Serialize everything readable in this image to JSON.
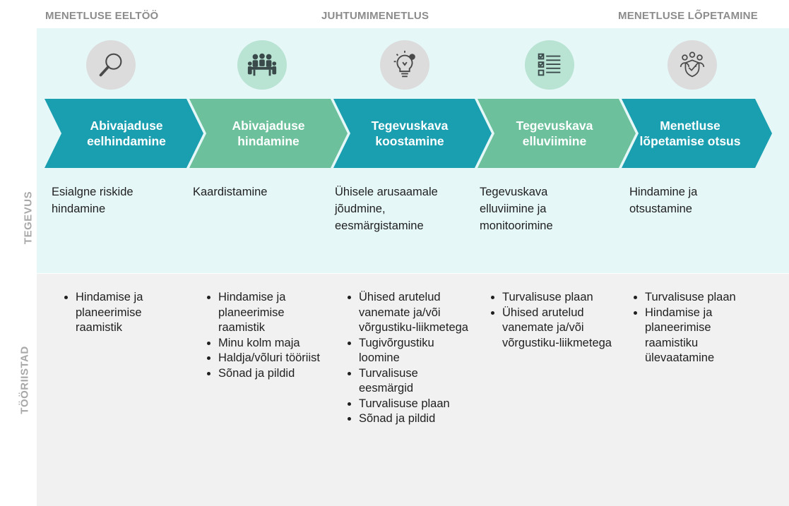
{
  "phases": [
    "MENETLUSE EELTÖÖ",
    "JUHTUMIMENETLUS",
    "MENETLUSE LÕPETAMINE"
  ],
  "row_labels": {
    "activity": "TEGEVUS",
    "tools": "TÖÖRIISTAD"
  },
  "colors": {
    "teal": "#1a9fb0",
    "green": "#6cc19c",
    "top_band": "#e6f7f8",
    "bottom_band": "#f1f1f1"
  },
  "steps": [
    {
      "title": "Abivajaduse eelhindamine",
      "icon": "magnifier-icon",
      "color": "teal",
      "activity": "Esialgne riskide hindamine",
      "tools": [
        "Hindamise ja planeerimise raamistik"
      ]
    },
    {
      "title": "Abivajaduse hindamine",
      "icon": "meeting-group-icon",
      "color": "green",
      "activity": "Kaardistamine",
      "tools": [
        "Hindamise ja planeerimise raamistik",
        "Minu kolm maja",
        "Haldja/võluri tööriist",
        "Sõnad ja pildid"
      ]
    },
    {
      "title": "Tegevuskava koostamine",
      "icon": "lightbulb-gear-icon",
      "color": "teal",
      "activity": "Ühisele arusaamale jõudmine, eesmärgistamine",
      "tools": [
        "Ühised arutelud vanemate ja/või võrgustiku-liikmetega",
        "Tugivõrgustiku loomine",
        "Turvalisuse eesmärgid",
        "Turvalisuse plaan",
        "Sõnad ja pildid"
      ]
    },
    {
      "title": "Tegevuskava elluviimine",
      "icon": "checklist-icon",
      "color": "green",
      "activity": "Tegevuskava elluviimine ja monitoorimine",
      "tools": [
        "Turvalisuse plaan",
        "Ühised arutelud vanemate ja/või võrgustiku-liikmetega"
      ]
    },
    {
      "title": "Menetluse lõpetamise otsus",
      "icon": "people-shield-icon",
      "color": "teal",
      "activity": "Hindamine ja otsustamine",
      "tools": [
        "Turvalisuse plaan",
        "Hindamise ja planeerimise raamistiku ülevaatamine"
      ]
    }
  ]
}
